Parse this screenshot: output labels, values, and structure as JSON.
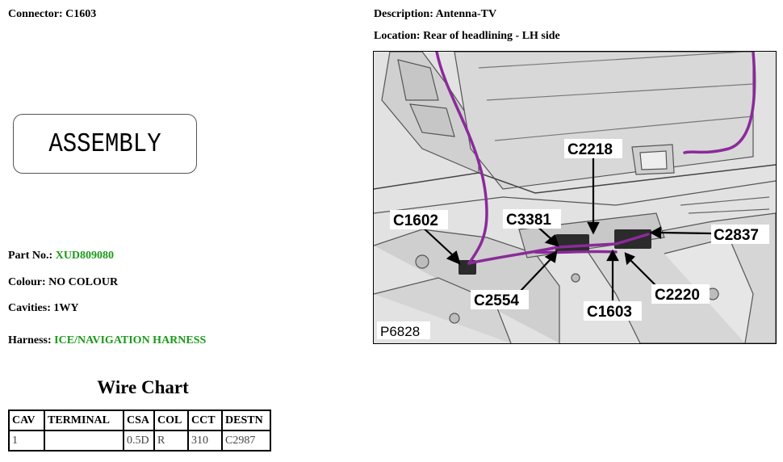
{
  "connector": {
    "label": "Connector:",
    "value": "C1603"
  },
  "description": {
    "label": "Description:",
    "value": "Antenna-TV"
  },
  "location": {
    "label": "Location:",
    "value": "Rear of headlining - LH side"
  },
  "assembly": "ASSEMBLY",
  "part_no": {
    "label": "Part No.:",
    "value": "XUD809080"
  },
  "colour": {
    "label": "Colour:",
    "value": "NO COLOUR"
  },
  "cavities": {
    "label": "Cavities:",
    "value": "1WY"
  },
  "harness": {
    "label": "Harness:",
    "value": "ICE/NAVIGATION HARNESS"
  },
  "wire_chart": {
    "title": "Wire Chart",
    "headers": [
      "CAV",
      "TERMINAL",
      "CSA",
      "COL",
      "CCT",
      "DESTN"
    ],
    "rows": [
      [
        "1",
        "",
        "0.5D",
        "R",
        "310",
        "C2987"
      ]
    ]
  },
  "diagram": {
    "ref": "P6828",
    "callouts": {
      "c2218": "C2218",
      "c1602": "C1602",
      "c3381": "C3381",
      "c2837": "C2837",
      "c2554": "C2554",
      "c2220": "C2220",
      "c1603": "C1603"
    },
    "wire_color": "#8b2a9a"
  }
}
